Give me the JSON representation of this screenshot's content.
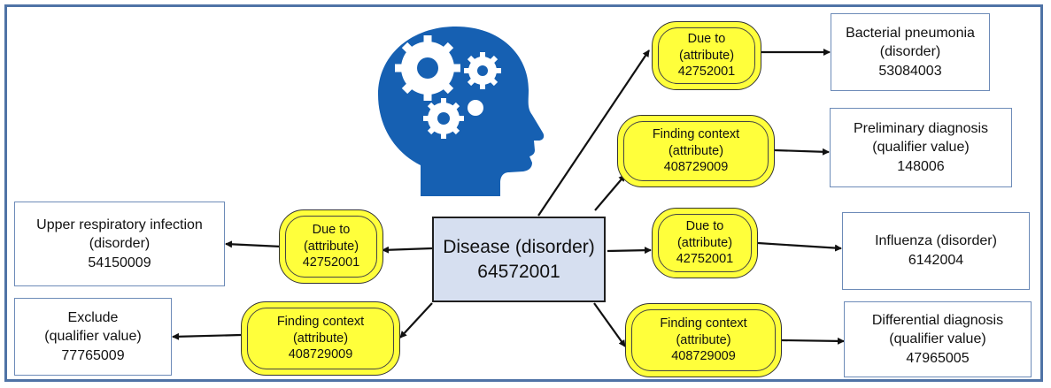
{
  "central": {
    "line1": "Disease (disorder)",
    "line2": "64572001"
  },
  "attributes": {
    "due_to_top": {
      "l1": "Due to",
      "l2": "(attribute)",
      "l3": "42752001"
    },
    "finding_top": {
      "l1": "Finding context",
      "l2": "(attribute)",
      "l3": "408729009"
    },
    "due_to_right": {
      "l1": "Due to",
      "l2": "(attribute)",
      "l3": "42752001"
    },
    "finding_bottom": {
      "l1": "Finding context",
      "l2": "(attribute)",
      "l3": "408729009"
    },
    "due_to_left": {
      "l1": "Due to",
      "l2": "(attribute)",
      "l3": "42752001"
    },
    "finding_left": {
      "l1": "Finding context",
      "l2": "(attribute)",
      "l3": "408729009"
    }
  },
  "targets": {
    "bacterial": {
      "l1": "Bacterial pneumonia",
      "l2": "(disorder)",
      "l3": "53084003"
    },
    "preliminary": {
      "l1": "Preliminary diagnosis",
      "l2": "(qualifier value)",
      "l3": "148006"
    },
    "influenza": {
      "l1": "Influenza (disorder)",
      "l2": "6142004"
    },
    "differential": {
      "l1": "Differential diagnosis",
      "l2": "(qualifier value)",
      "l3": "47965005"
    },
    "upper": {
      "l1": "Upper respiratory infection",
      "l2": "(disorder)",
      "l3": "54150009"
    },
    "exclude": {
      "l1": "Exclude",
      "l2": "(qualifier value)",
      "l3": "77765009"
    }
  },
  "colors": {
    "attribute_fill": "#ffff3b",
    "central_fill": "#d6dff0",
    "head_blue": "#1660b2",
    "frame": "#4f73a6"
  },
  "icons": {
    "head": "head-with-gears-icon"
  }
}
